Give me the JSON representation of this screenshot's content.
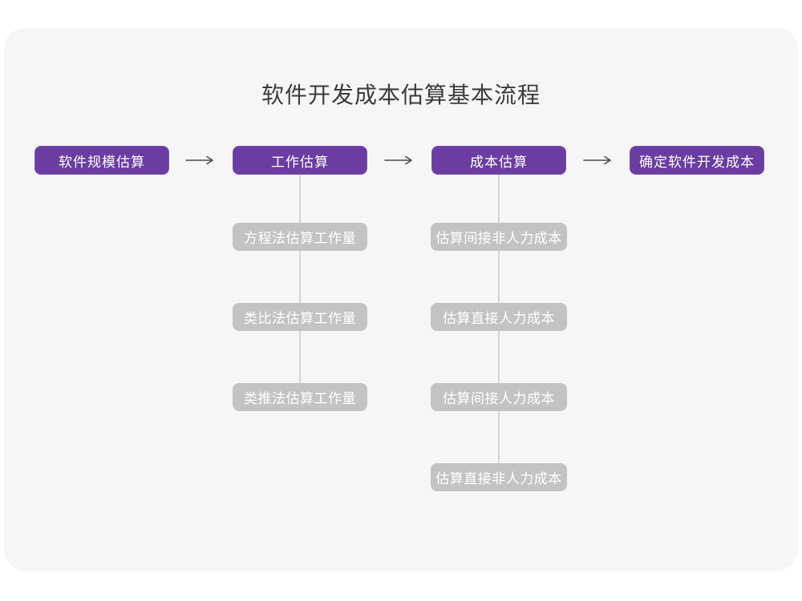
{
  "title": "软件开发成本估算基本流程",
  "colors": {
    "canvas_bg": "#ffffff",
    "card_bg": "#f6f6f7",
    "stage_bg": "#6b3ca1",
    "stage_border": "#7f52b3",
    "stage_text": "#ffffff",
    "sub_bg": "#c3c3c3",
    "sub_text": "#ffffff",
    "arrow": "#4a4a4a",
    "connector": "#d4d4d4",
    "title_text": "#3b3b3b"
  },
  "flow": {
    "stages": [
      {
        "label": "软件规模估算"
      },
      {
        "label": "工作估算"
      },
      {
        "label": "成本估算"
      },
      {
        "label": "确定软件开发成本"
      }
    ],
    "work_methods": [
      "方程法估算工作量",
      "类比法估算工作量",
      "类推法估算工作量"
    ],
    "cost_steps": [
      "估算间接非人力成本",
      "估算直接人力成本",
      "估算间接人力成本",
      "估算直接非人力成本"
    ]
  }
}
